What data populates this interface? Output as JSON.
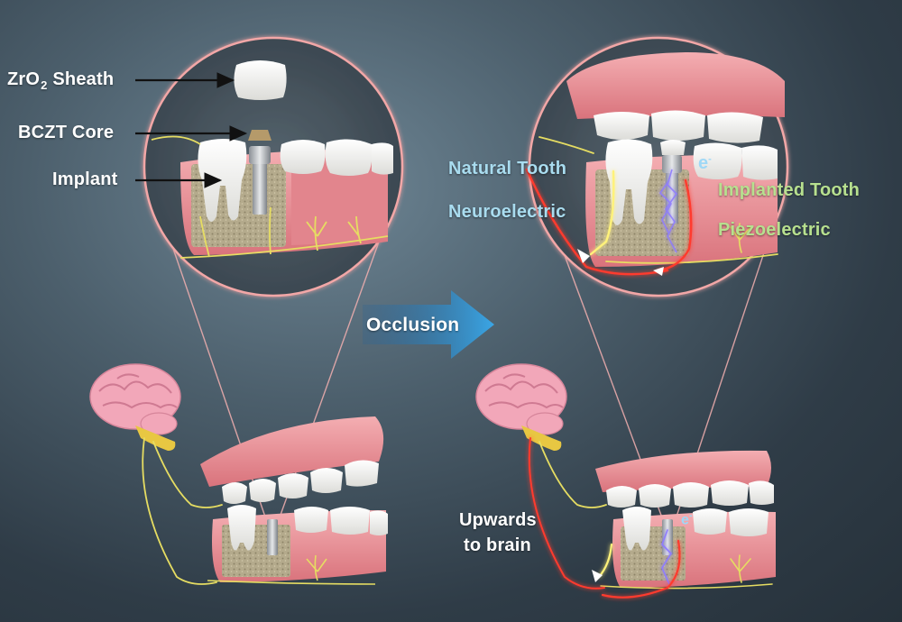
{
  "labels": {
    "zro2_main": "ZrO",
    "zro2_sub": "2",
    "zro2_rest": " Sheath",
    "bczt_core": "BCZT Core",
    "implant": "Implant",
    "occlusion": "Occlusion",
    "natural_tooth": "Natural Tooth",
    "neuroelectric": "Neuroelectric",
    "implanted_tooth": "Implanted Tooth",
    "piezoelectric": "Piezoelectric",
    "upwards_line1": "Upwards",
    "upwards_line2": "to brain",
    "electron_base": "e",
    "electron_sup": "-"
  },
  "colors": {
    "background": "#3a4a56",
    "gum": "#e98f96",
    "tooth": "#f6f6f4",
    "nerve": "#e6dd62",
    "signal_red": "#ff3b2e",
    "magnifier_ring": "#f2a7a7",
    "label_blue": "#a9dcef",
    "label_green": "#b7e08f",
    "arrow_blue": "#3aa6e6",
    "bone": "#b7ad8f"
  },
  "icons": [
    "brain-icon",
    "arrow-right-icon"
  ]
}
